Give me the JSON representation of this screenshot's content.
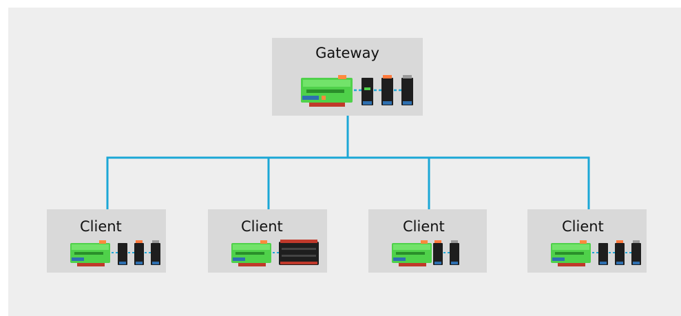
{
  "colors": {
    "background": "#eeeeee",
    "node_box": "#d9d9d9",
    "connector_line": "#1ba7d6",
    "controller_green": "#4fd14a",
    "module_dark": "#1e1e1e"
  },
  "gateway": {
    "label": "Gateway",
    "hardware": "controller-with-io-modules"
  },
  "clients": [
    {
      "label": "Client",
      "hardware": "controller-with-io-modules"
    },
    {
      "label": "Client",
      "hardware": "controller-with-large-module"
    },
    {
      "label": "Client",
      "hardware": "controller-with-io-modules"
    },
    {
      "label": "Client",
      "hardware": "controller-with-io-modules"
    }
  ]
}
